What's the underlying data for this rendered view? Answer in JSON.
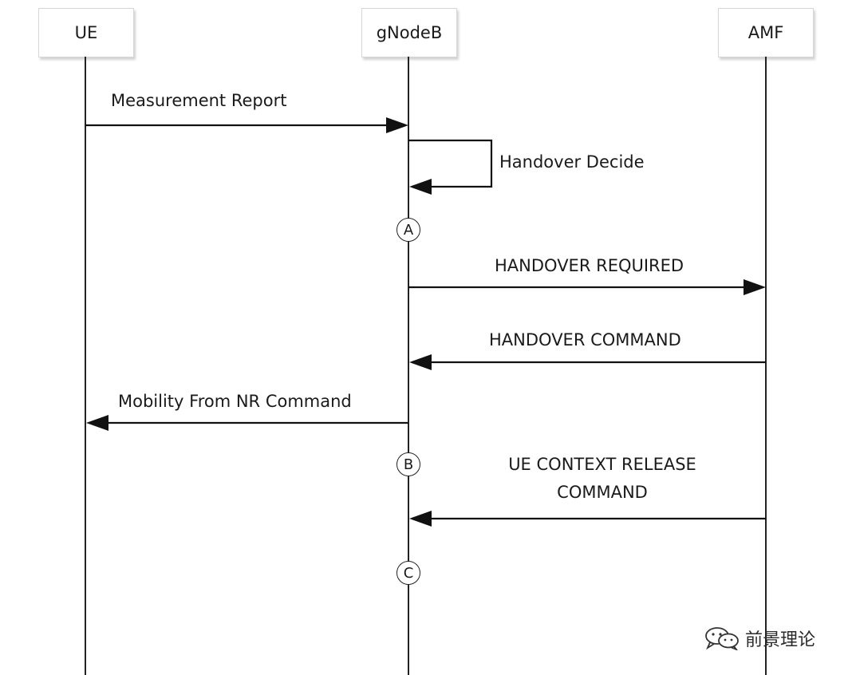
{
  "participants": {
    "ue": "UE",
    "gnodeb": "gNodeB",
    "amf": "AMF"
  },
  "messages": {
    "measurement_report": "Measurement Report",
    "handover_decide": "Handover Decide",
    "handover_required": "HANDOVER REQUIRED",
    "handover_command": "HANDOVER COMMAND",
    "mobility_from_nr": "Mobility From NR Command",
    "ue_context_release_line1": "UE CONTEXT RELEASE",
    "ue_context_release_line2": "COMMAND"
  },
  "markers": {
    "a": "A",
    "b": "B",
    "c": "C"
  },
  "watermark": {
    "text": "前景理论",
    "icon": "wechat-icon"
  }
}
